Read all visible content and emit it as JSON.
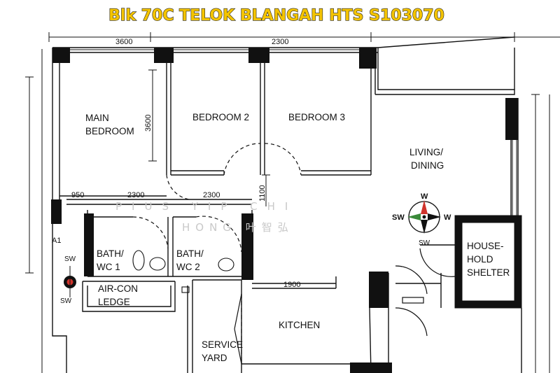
{
  "title": "Blk 70C TELOK BLANGAH HTS S103070",
  "dimensions": {
    "top_left": "3600",
    "top_right": "2300",
    "side_vertical": "3600",
    "mid_950": "950",
    "mid_2300_a": "2300",
    "mid_2300_b": "2300",
    "mid_1100": "1100",
    "kitchen_1900": "1900"
  },
  "rooms": {
    "main_bedroom": [
      "MAIN",
      "BEDROOM"
    ],
    "bedroom2": "BEDROOM 2",
    "bedroom3": "BEDROOM 3",
    "living_dining": [
      "LIVING/",
      "DINING"
    ],
    "bath1": [
      "BATH/",
      "WC 1"
    ],
    "bath2": [
      "BATH/",
      "WC 2"
    ],
    "aircon": [
      "AIR-CON",
      "LEDGE"
    ],
    "kitchen": "KITCHEN",
    "service_yard": [
      "SERVICE",
      "YARD"
    ],
    "household_shelter": [
      "HOUSE-",
      "HOLD",
      "SHELTER"
    ]
  },
  "marker_a1": "A1",
  "compass": {
    "north_label": "W",
    "west_label": "SW",
    "east_label": "W",
    "south_label": "SW"
  },
  "entrance_marker": {
    "top": "SW",
    "bottom": "SW"
  },
  "watermark": {
    "line1": "PIUS YIP CHI",
    "line2": "HONG 叶智弘"
  },
  "colors": {
    "title_fill": "#f4c400",
    "wall": "#111111",
    "compass_red": "#d0342c",
    "compass_green": "#3a8a3a"
  }
}
